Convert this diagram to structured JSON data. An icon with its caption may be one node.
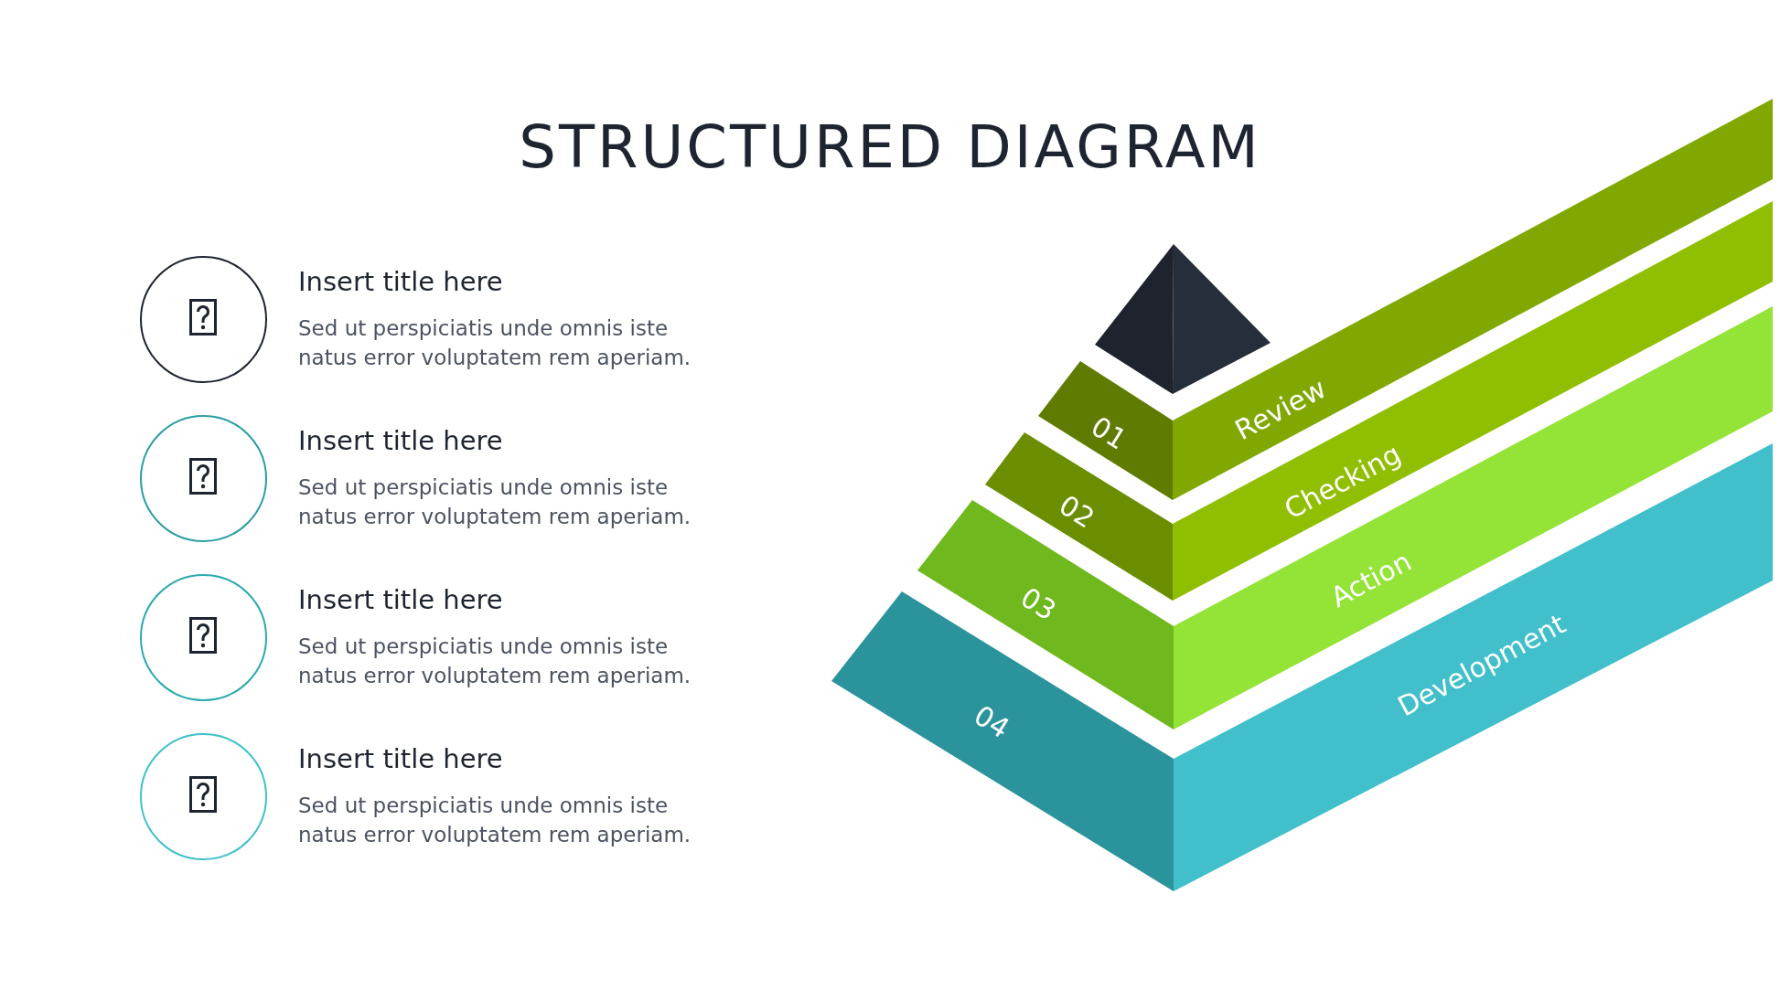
{
  "diagram": {
    "title": "STRUCTURED DIAGRAM",
    "nodes": [
      {
        "text": [],
        "shape": "circle",
        "beside": [
          "Insert title here",
          "Sed ut perspiciatis unde omnis iste natus error voluptatem rem aperiam."
        ]
      },
      {
        "text": [],
        "shape": "circle",
        "beside": [
          "Insert title here",
          "Sed ut perspiciatis unde omnis iste natus error voluptatem rem aperiam."
        ]
      },
      {
        "text": [],
        "shape": "circle",
        "beside": [
          "Insert title here",
          "Sed ut perspiciatis unde omnis iste natus error voluptatem rem aperiam."
        ]
      },
      {
        "text": [],
        "shape": "circle",
        "beside": [
          "Insert title here",
          "Sed ut perspiciatis unde omnis iste natus error voluptatem rem aperiam."
        ]
      },
      {
        "text": [],
        "shape": "pyramid"
      },
      {
        "text": [
          "01",
          "Review"
        ]
      },
      {
        "text": [
          "02",
          "Checking"
        ]
      },
      {
        "text": [
          "03",
          "Action"
        ]
      },
      {
        "text": [
          "04",
          "Development"
        ]
      }
    ]
  }
}
